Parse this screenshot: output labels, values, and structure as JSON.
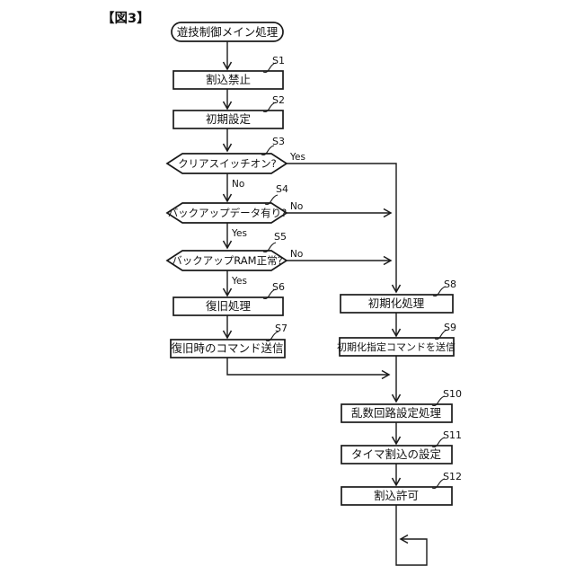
{
  "figure": {
    "title": "【図3】",
    "type": "flowchart",
    "start": {
      "id": "start",
      "shape": "terminator",
      "label": "遊技制御メイン処理"
    },
    "steps": [
      {
        "id": "S1",
        "shape": "process",
        "label": "割込禁止"
      },
      {
        "id": "S2",
        "shape": "process",
        "label": "初期設定"
      },
      {
        "id": "S3",
        "shape": "decision",
        "label": "クリアスイッチオン?",
        "yes": "right-to-S8-line",
        "no": "down-to-S4"
      },
      {
        "id": "S4",
        "shape": "decision",
        "label": "バックアップデータ有り?",
        "yes": "down-to-S5",
        "no": "right-to-S8-line"
      },
      {
        "id": "S5",
        "shape": "decision",
        "label": "バックアップRAM正常?",
        "yes": "down-to-S6",
        "no": "right-to-S8-line"
      },
      {
        "id": "S6",
        "shape": "process",
        "label": "復旧処理"
      },
      {
        "id": "S7",
        "shape": "process",
        "label": "復旧時のコマンド送信"
      },
      {
        "id": "S8",
        "shape": "process",
        "label": "初期化処理"
      },
      {
        "id": "S9",
        "shape": "process",
        "label": "初期化指定コマンドを送信"
      },
      {
        "id": "S10",
        "shape": "process",
        "label": "乱数回路設定処理"
      },
      {
        "id": "S11",
        "shape": "process",
        "label": "タイマ割込の設定"
      },
      {
        "id": "S12",
        "shape": "process",
        "label": "割込許可"
      }
    ],
    "branch": {
      "yes": "Yes",
      "no": "No"
    },
    "colors": {
      "line": "#1a1a1a",
      "fill": "#ffffff",
      "background": "#ffffff"
    }
  }
}
